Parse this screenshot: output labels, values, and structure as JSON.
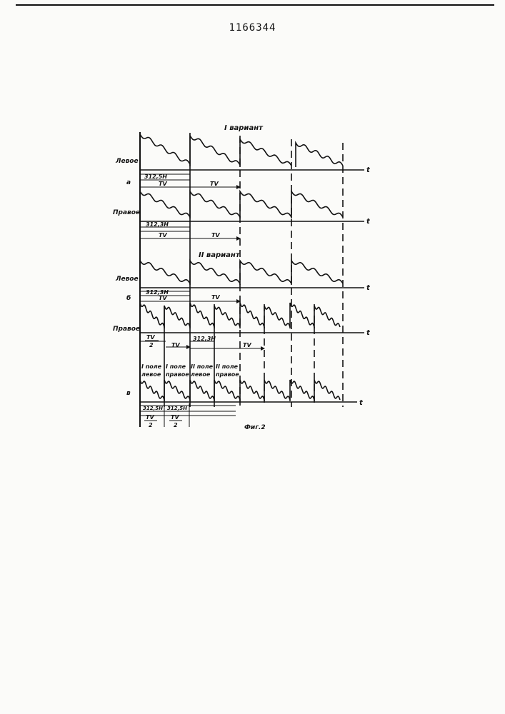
{
  "header": {
    "patent_number": "1166344"
  },
  "figure": {
    "caption": "Фиг.2",
    "axis_symbol": "t",
    "variants": {
      "first": "I вариант",
      "second": "II вариант"
    },
    "rows": {
      "a_label": "а",
      "b_label": "б",
      "v_label": "в",
      "left": "Левое",
      "right": "Правое"
    },
    "timing": {
      "lines_full": "312,5Н",
      "lines_full_alt": "312,3Н",
      "lines_small": "312,5Н",
      "tv": "TV",
      "tv_half_num": "TV",
      "tv_half_den": "2"
    },
    "fields": {
      "f1": "I поле левое",
      "f2": "I поле правое",
      "f3": "II поле левое",
      "f4": "II поле правое",
      "f1_line1": "I поле",
      "f1_line2": "левое",
      "f2_line1": "I поле",
      "f2_line2": "правое",
      "f3_line1": "II поле",
      "f3_line2": "левое",
      "f4_line1": "II поле",
      "f4_line2": "правое"
    }
  }
}
